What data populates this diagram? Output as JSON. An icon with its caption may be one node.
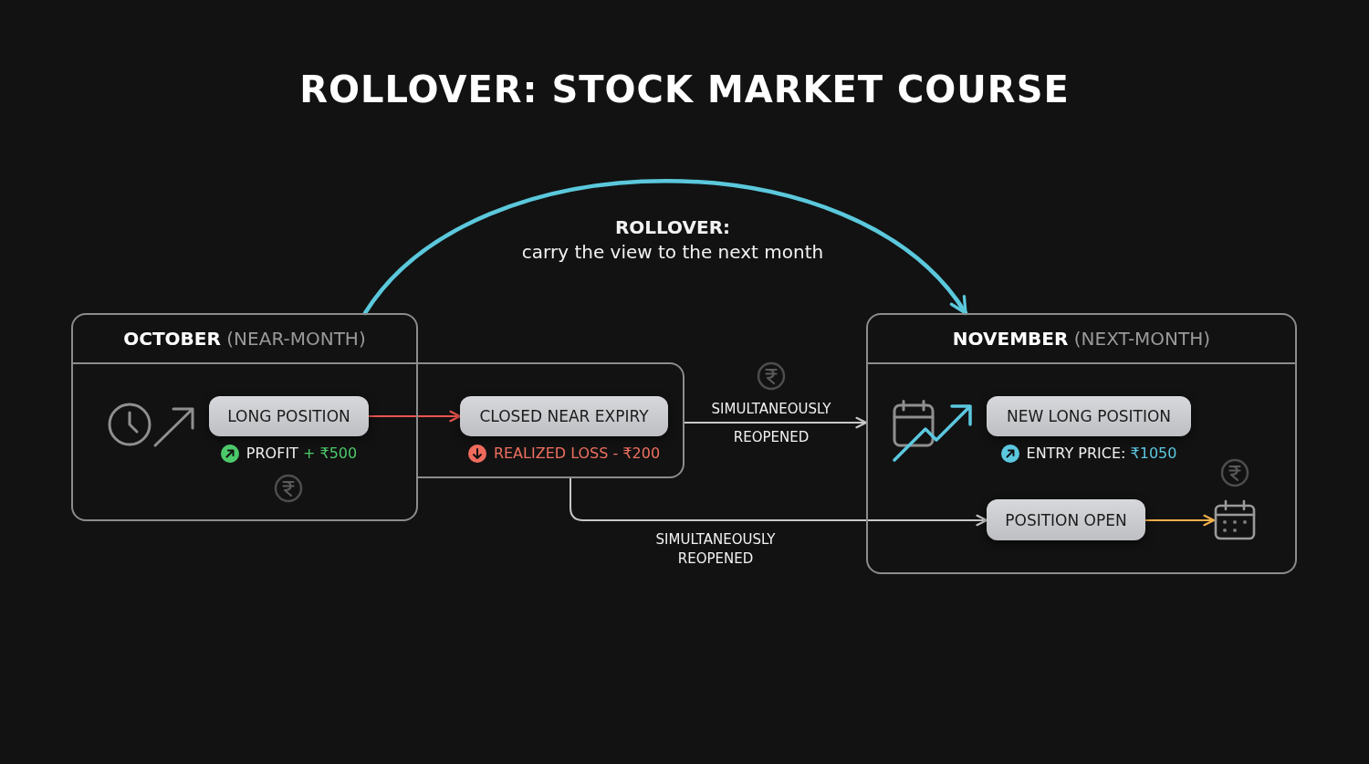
{
  "diagram": {
    "title": "ROLLOVER: STOCK MARKET COURSE",
    "nodes": [
      {
        "text": [
          "**OCTOBER** (NEAR-MONTH)"
        ]
      },
      {
        "text": [
          "LONG POSITION"
        ],
        "in": 0,
        "beside": [
          "PROFIT + ₹500"
        ]
      },
      {
        "text": [],
        "shape": "box"
      },
      {
        "text": [
          "CLOSED NEAR EXPIRY"
        ],
        "in": 2,
        "beside": [
          "REALIZED LOSS - ₹200"
        ]
      },
      {
        "text": [
          "**NOVEMBER** (NEXT-MONTH)"
        ]
      },
      {
        "text": [
          "NEW LONG POSITION"
        ],
        "in": 4,
        "beside": [
          "ENTRY PRICE: ₹1050"
        ]
      },
      {
        "text": [
          "POSITION OPEN"
        ],
        "in": 4
      },
      {
        "text": [],
        "shape": "picture",
        "in": 4
      }
    ],
    "edges": [
      {
        "from": 0,
        "to": 4,
        "arrow": "to",
        "label": "**ROLLOVER:** carry the view to the next month",
        "style": "thick",
        "color": "#5bc8dc"
      },
      {
        "from": 1,
        "to": 3,
        "arrow": "to",
        "color": "#ea5550"
      },
      {
        "from": 2,
        "to": 4,
        "arrow": "to",
        "label": "SIMULTANEOUSLY REOPENED"
      },
      {
        "from": 2,
        "to": 6,
        "arrow": "to",
        "label": "SIMULTANEOUSLY REOPENED"
      },
      {
        "from": 6,
        "to": 7,
        "arrow": "to",
        "color": "#f3b14b"
      }
    ]
  }
}
